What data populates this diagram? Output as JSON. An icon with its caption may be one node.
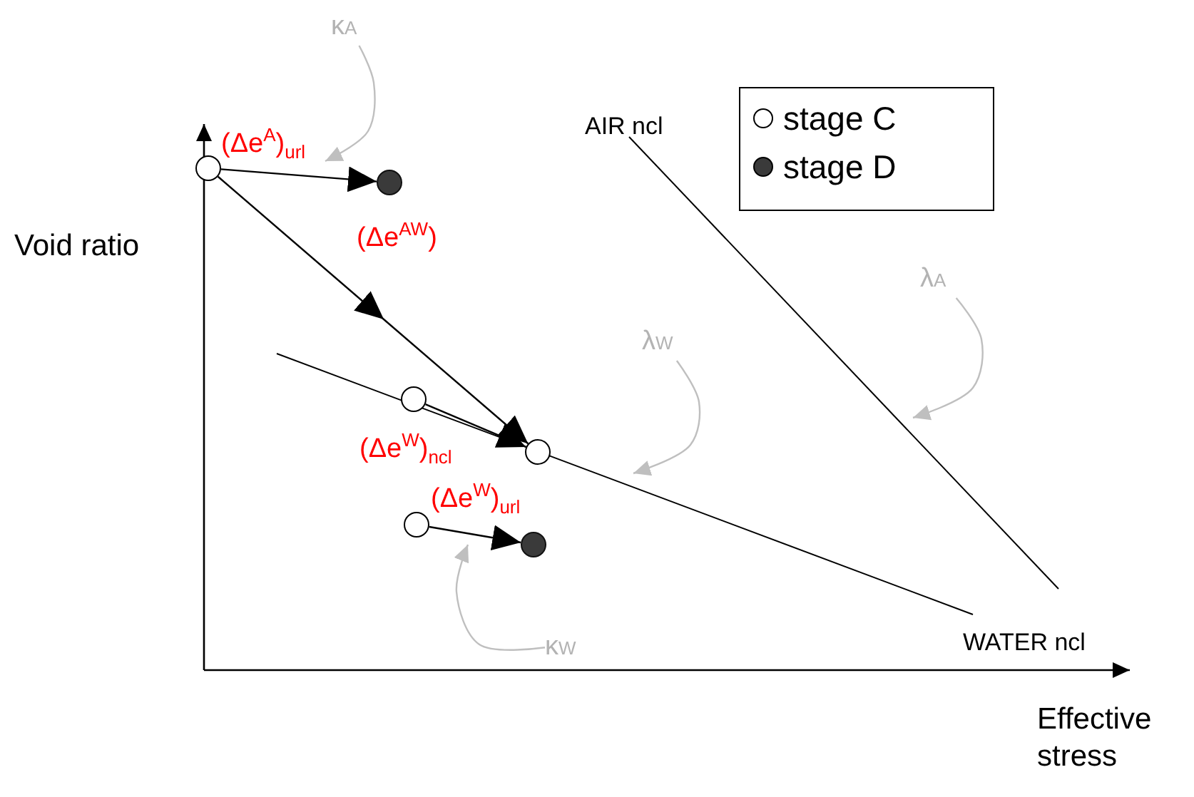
{
  "diagram": {
    "nodes": [
      {
        "text": [
          "κ$_{A}$"
        ]
      },
      {
        "text": [],
        "shape": "circle"
      },
      {
        "text": [],
        "shape": "circle"
      },
      {
        "text": [
          "λ$_{A}$"
        ]
      },
      {
        "text": [
          "λ$_{W}$"
        ]
      },
      {
        "text": [],
        "shape": "circle"
      },
      {
        "text": [],
        "shape": "circle"
      },
      {
        "text": [],
        "shape": "circle"
      },
      {
        "text": [],
        "shape": "circle"
      },
      {
        "text": [
          "κ$_{W}$"
        ]
      }
    ],
    "edges": [
      {
        "from": 1,
        "to": 2,
        "arrow": "to",
        "label": "(Δe$^{A}$)$_{url}$"
      },
      {
        "from": 1,
        "to": 6,
        "arrow": "to",
        "label": "(Δe$^{AW}$)"
      },
      {
        "from": 5,
        "to": 6,
        "arrow": "to",
        "label": "(Δe$^{W}$)$_{ncl}$"
      },
      {
        "from": 7,
        "to": 8,
        "arrow": "to",
        "label": "(Δe$^{W}$)$_{url}$"
      },
      {
        "from": 0,
        "to": null,
        "arrow": "to",
        "color": "#bfbfbf"
      },
      {
        "from": 3,
        "to": null,
        "arrow": "to",
        "color": "#bfbfbf"
      },
      {
        "from": 4,
        "to": null,
        "arrow": "to",
        "color": "#bfbfbf"
      },
      {
        "from": 9,
        "to": null,
        "arrow": "to",
        "color": "#bfbfbf"
      }
    ],
    "labels": [
      "AIR ncl",
      "WATER ncl",
      "Void ratio",
      "Effective stress"
    ],
    "legend": [
      {
        "text": "stage C"
      },
      {
        "text": "stage D"
      }
    ]
  }
}
